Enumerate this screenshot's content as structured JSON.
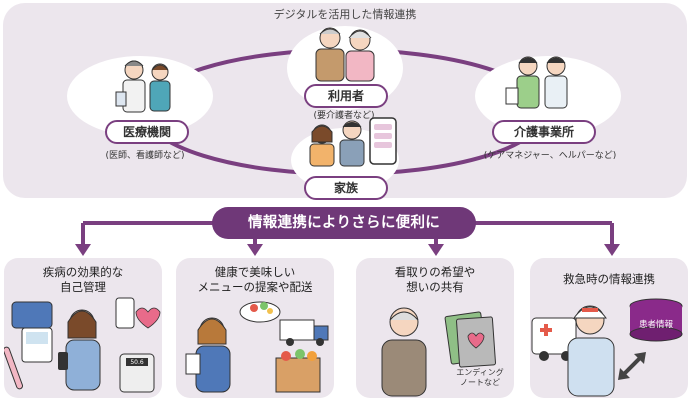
{
  "top_title": "デジタルを活用した情報連携",
  "nodes": {
    "medical": {
      "label": "医療機関",
      "sub": "(医師、看護師など)"
    },
    "user": {
      "label": "利用者",
      "sub": "(要介護者など)"
    },
    "care": {
      "label": "介護事業所",
      "sub": "(ケアマネジャー、ヘルパーなど)"
    },
    "family": {
      "label": "家族"
    }
  },
  "banner": "情報連携によりさらに便利に",
  "cards": [
    {
      "title_line1": "疾病の効果的な",
      "title_line2": "自己管理"
    },
    {
      "title_line1": "健康で美味しい",
      "title_line2": "メニューの提案や配送"
    },
    {
      "title_line1": "看取りの希望や",
      "title_line2": "想いの共有"
    },
    {
      "title_line1": "救急時の情報連携",
      "title_line2": ""
    }
  ],
  "card_details": {
    "scale_display": "50.6",
    "note_label_line1": "エンディング",
    "note_label_line2": "ノートなど",
    "db_label": "患者情報"
  },
  "colors": {
    "accent": "#6f3878",
    "panel": "#ece6ed",
    "arrow": "#7a3f80"
  }
}
